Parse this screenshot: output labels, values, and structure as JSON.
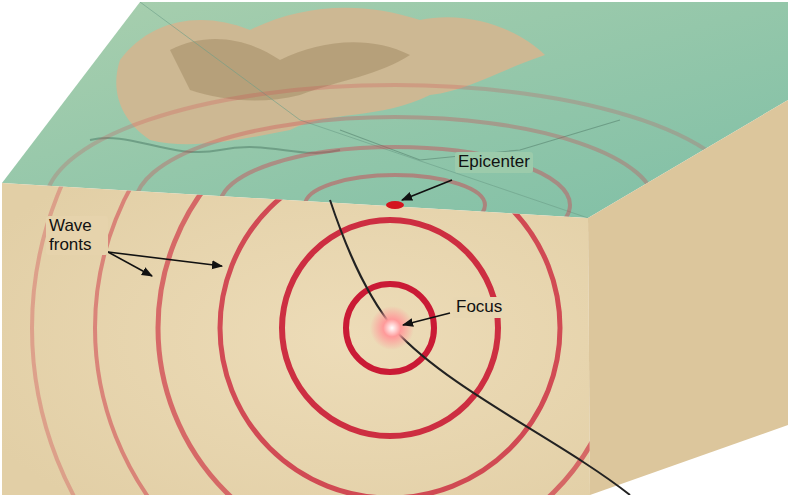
{
  "diagram": {
    "labels": [
      "Epicenter",
      "Wave fronts",
      "Focus"
    ]
  }
}
